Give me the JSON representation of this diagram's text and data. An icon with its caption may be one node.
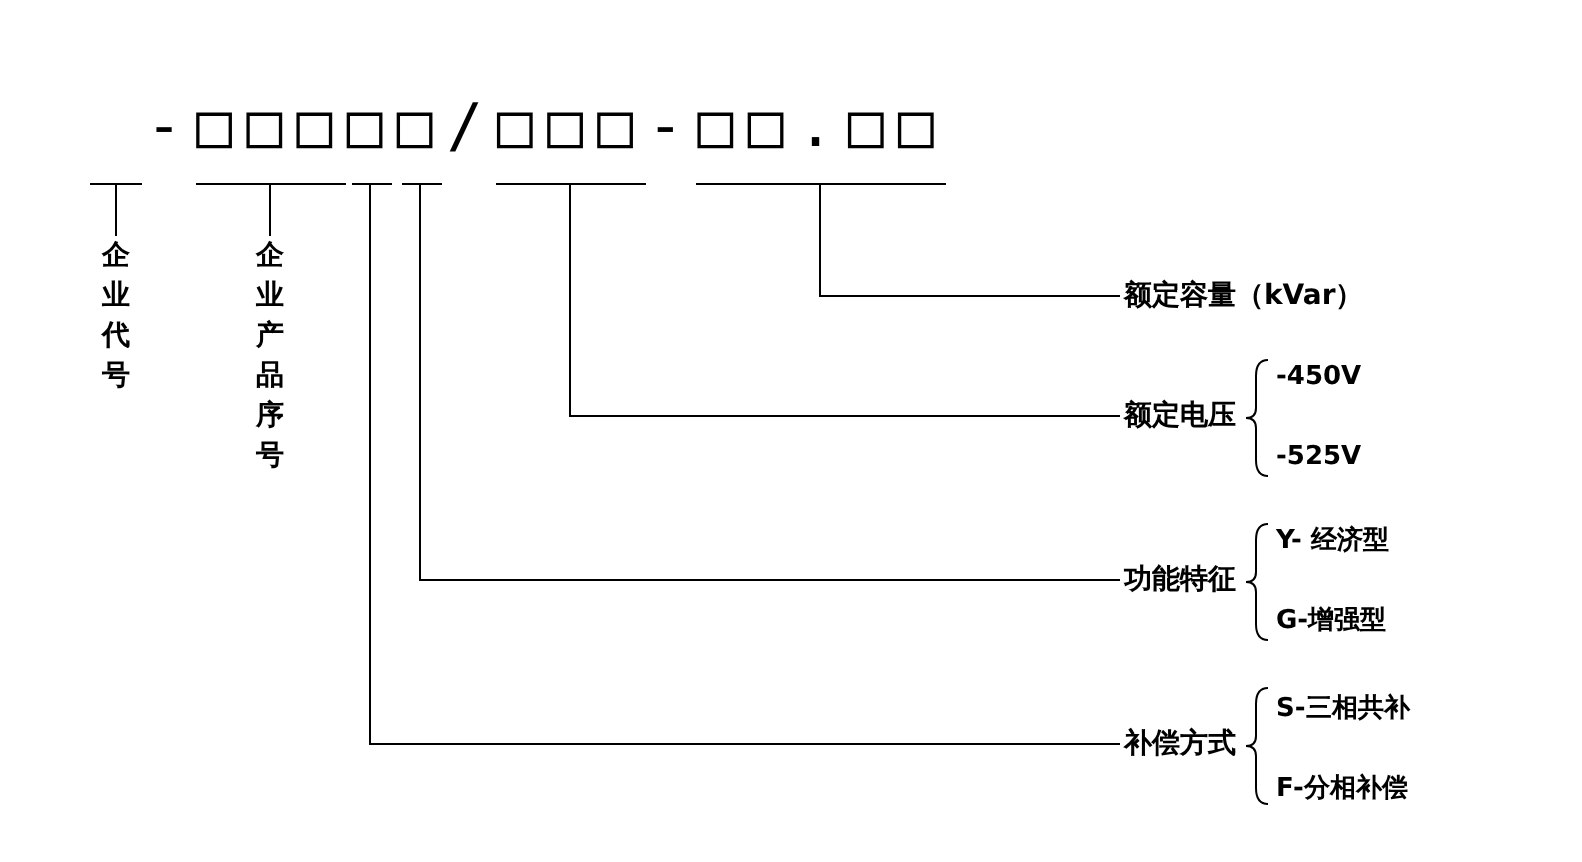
{
  "diagram": {
    "nodes": [
      {
        "text": [
          "-□□□□□/□□□-□□.□□"
        ]
      },
      {
        "text": [
          "企业代号"
        ]
      },
      {
        "text": [
          "企业产品序号"
        ]
      },
      {
        "text": [
          "额定容量（kVar）"
        ]
      },
      {
        "text": [
          "额定电压"
        ],
        "beside": [
          "-450V",
          "-525V"
        ]
      },
      {
        "text": [
          "功能特征"
        ],
        "beside": [
          "Y- 经济型",
          "G-增强型"
        ]
      },
      {
        "text": [
          "补偿方式"
        ],
        "beside": [
          "S-三相共补",
          "F-分相补偿"
        ]
      }
    ],
    "edges": [
      {
        "from": 1,
        "to": 0,
        "arrow": "none"
      },
      {
        "from": 2,
        "to": 0,
        "arrow": "none"
      },
      {
        "from": 3,
        "to": 0,
        "arrow": "none"
      },
      {
        "from": 4,
        "to": 0,
        "arrow": "none"
      },
      {
        "from": 5,
        "to": 0,
        "arrow": "none"
      },
      {
        "from": 6,
        "to": 0,
        "arrow": "none"
      }
    ]
  }
}
